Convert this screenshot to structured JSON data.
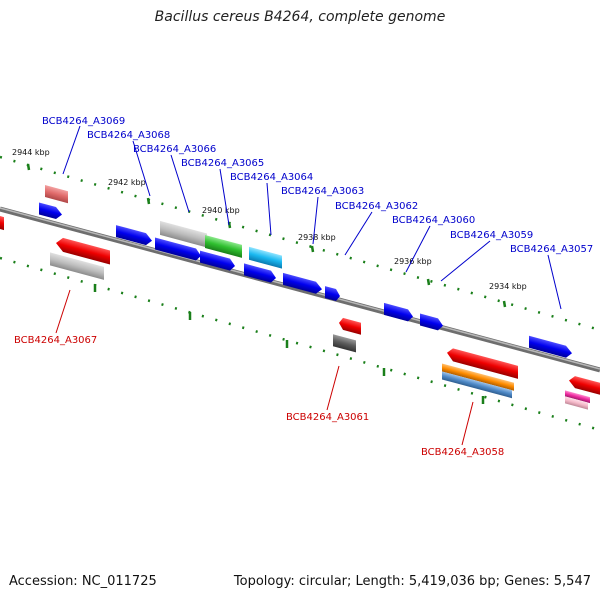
{
  "title": "Bacillus cereus B4264, complete genome",
  "footer": {
    "accession": "Accession: NC_011725",
    "summary": "Topology: circular; Length: 5,419,036 bp; Genes: 5,547"
  },
  "colors": {
    "label_top": "#0000cc",
    "label_bottom": "#cc0000",
    "backbone": "#808080",
    "tick": "#1a7f1a"
  },
  "kbp_labels": [
    "2944 kbp",
    "2942 kbp",
    "2940 kbp",
    "2938 kbp",
    "2936 kbp",
    "2934 kbp"
  ],
  "gene_labels_top": [
    "BCB4264_A3069",
    "BCB4264_A3068",
    "BCB4264_A3066",
    "BCB4264_A3065",
    "BCB4264_A3064",
    "BCB4264_A3063",
    "BCB4264_A3062",
    "BCB4264_A3060",
    "BCB4264_A3059",
    "BCB4264_A3057"
  ],
  "gene_labels_bottom": [
    "BCB4264_A3067",
    "BCB4264_A3061",
    "BCB4264_A3058"
  ]
}
